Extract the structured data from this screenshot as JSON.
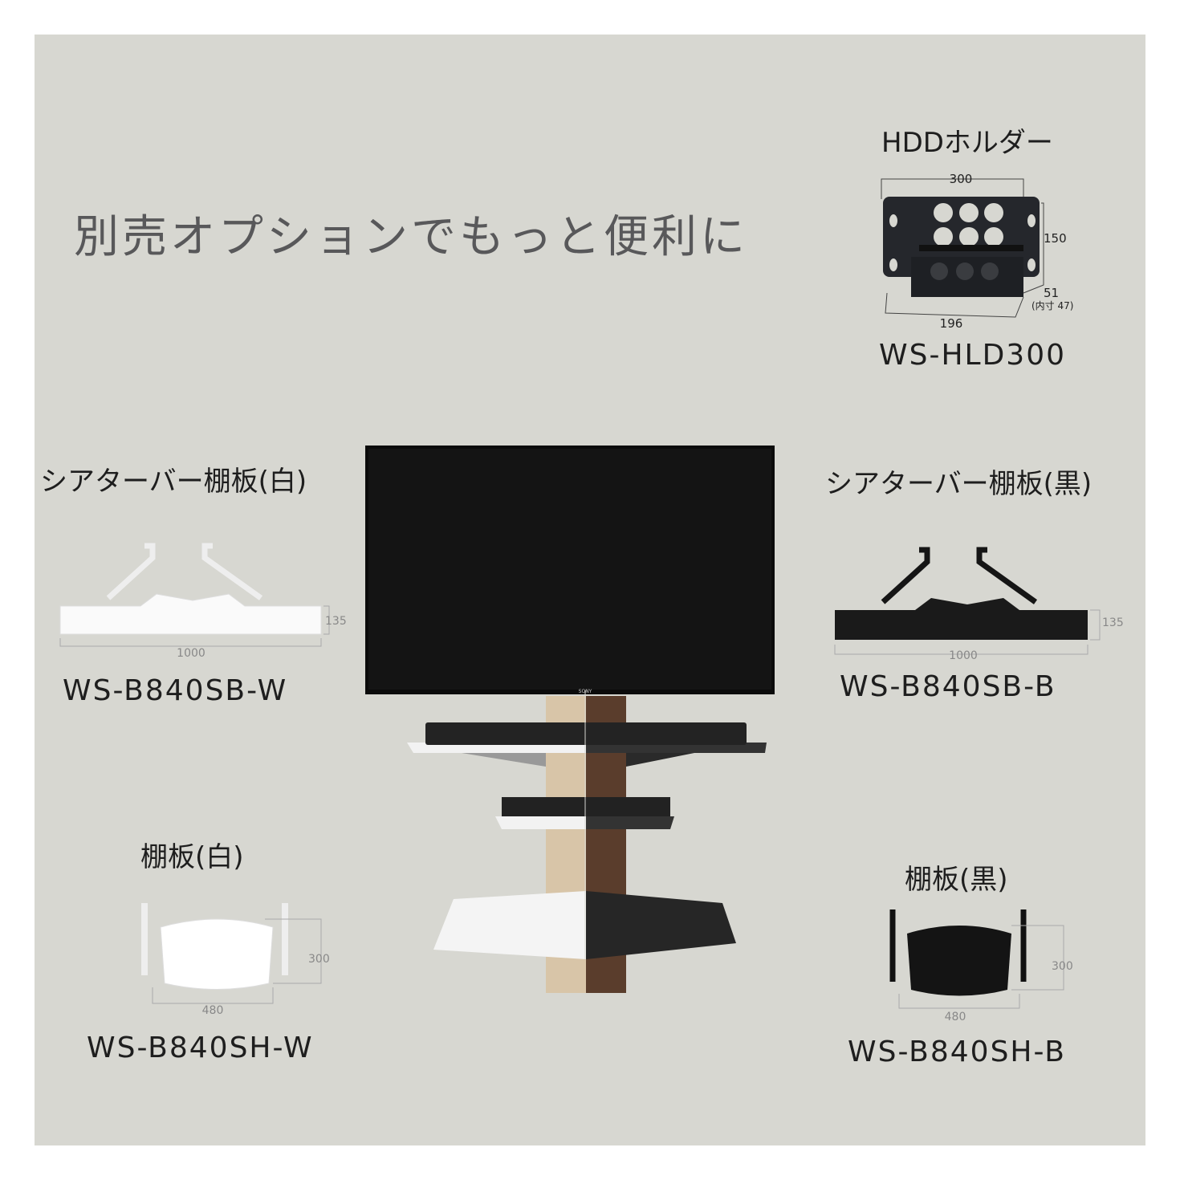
{
  "headline": "別売オプションでもっと便利に",
  "colors": {
    "background": "#d7d7d1",
    "text": "#1e1e1e",
    "headline": "#58585a"
  },
  "products": {
    "hdd_holder": {
      "name": "HDDホルダー",
      "model": "WS-HLD300",
      "dims": {
        "width": "300",
        "height": "150",
        "depth": "51",
        "inner": "(内寸 47)",
        "bottom": "196"
      }
    },
    "soundbar_white": {
      "name": "シアターバー棚板(白)",
      "model": "WS-B840SB-W",
      "dims": {
        "width": "1000",
        "height": "135"
      }
    },
    "soundbar_black": {
      "name": "シアターバー棚板(黒)",
      "model": "WS-B840SB-B",
      "dims": {
        "width": "1000",
        "height": "135"
      }
    },
    "shelf_white": {
      "name": "棚板(白)",
      "model": "WS-B840SH-W",
      "dims": {
        "width": "480",
        "depth": "300"
      }
    },
    "shelf_black": {
      "name": "棚板(黒)",
      "model": "WS-B840SH-B",
      "dims": {
        "width": "480",
        "depth": "300"
      }
    }
  },
  "tv": {
    "brand": "SONY"
  }
}
